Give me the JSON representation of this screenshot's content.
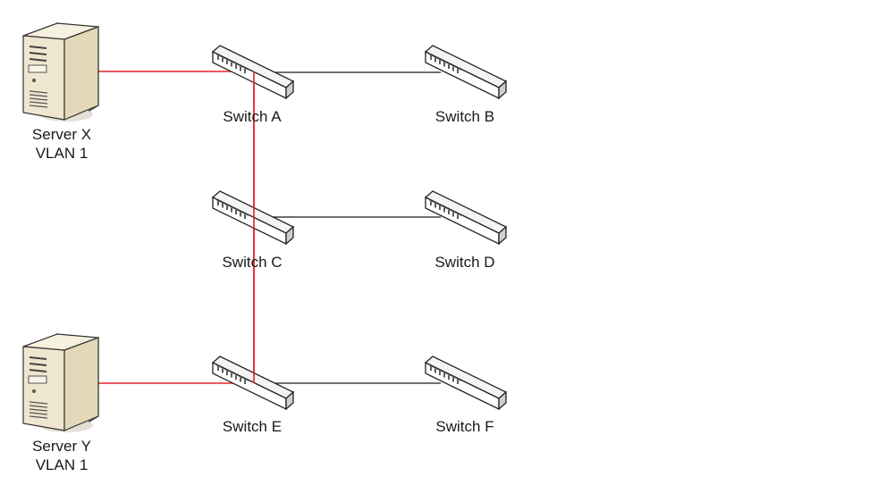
{
  "servers": [
    {
      "name": "Server X",
      "vlan": "VLAN 1"
    },
    {
      "name": "Server Y",
      "vlan": "VLAN 1"
    }
  ],
  "switches": [
    {
      "name": "Switch A"
    },
    {
      "name": "Switch B"
    },
    {
      "name": "Switch C"
    },
    {
      "name": "Switch D"
    },
    {
      "name": "Switch E"
    },
    {
      "name": "Switch F"
    }
  ],
  "colors": {
    "red_link": "#e8202a",
    "black_link": "#1a1a1a",
    "switch_top": "#f4f4f4",
    "switch_side": "#d2d2d2",
    "server_body": "#efe6cf"
  }
}
